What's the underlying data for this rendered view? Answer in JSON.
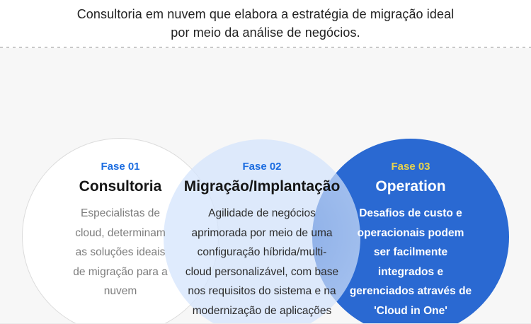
{
  "header": {
    "title": "Consultoria em nuvem que elabora a estratégia de migração ideal\npor meio da análise de negócios."
  },
  "phases": [
    {
      "label": "Fase 01",
      "title": "Consultoria",
      "description": "Especialistas de\ncloud, determinam\nas soluções ideais\nde migração para a\nnuvem",
      "label_color": "#1b6ce0",
      "title_color": "#161616",
      "text_color": "#7d7d7d",
      "circle_fill": "#ffffff",
      "circle_border": "#dcdcdc"
    },
    {
      "label": "Fase 02",
      "title": "Migração/Implantação",
      "description": "Agilidade de negócios\naprimorada por meio de uma\nconfiguração híbrida/multi-\ncloud personalizável, com base\nnos requisitos do sistema e na\nmodernização de aplicações",
      "label_color": "#1b6ce0",
      "title_color": "#161616",
      "text_color": "#2b2b2b",
      "circle_fill": "#dceafc"
    },
    {
      "label": "Fase 03",
      "title": "Operation",
      "description": "Desafios de custo e\noperacionais podem\nser facilmente\nintegrados e\ngerenciados através de\n'Cloud in One'",
      "label_color": "#e9d44c",
      "title_color": "#ffffff",
      "text_color": "#ffffff",
      "circle_fill": "#2a69d2"
    }
  ],
  "colors": {
    "page_background": "#f7f7f7",
    "header_background": "#ffffff",
    "divider": "#c9c9c9",
    "overlap_lens": "#99b9eb"
  }
}
